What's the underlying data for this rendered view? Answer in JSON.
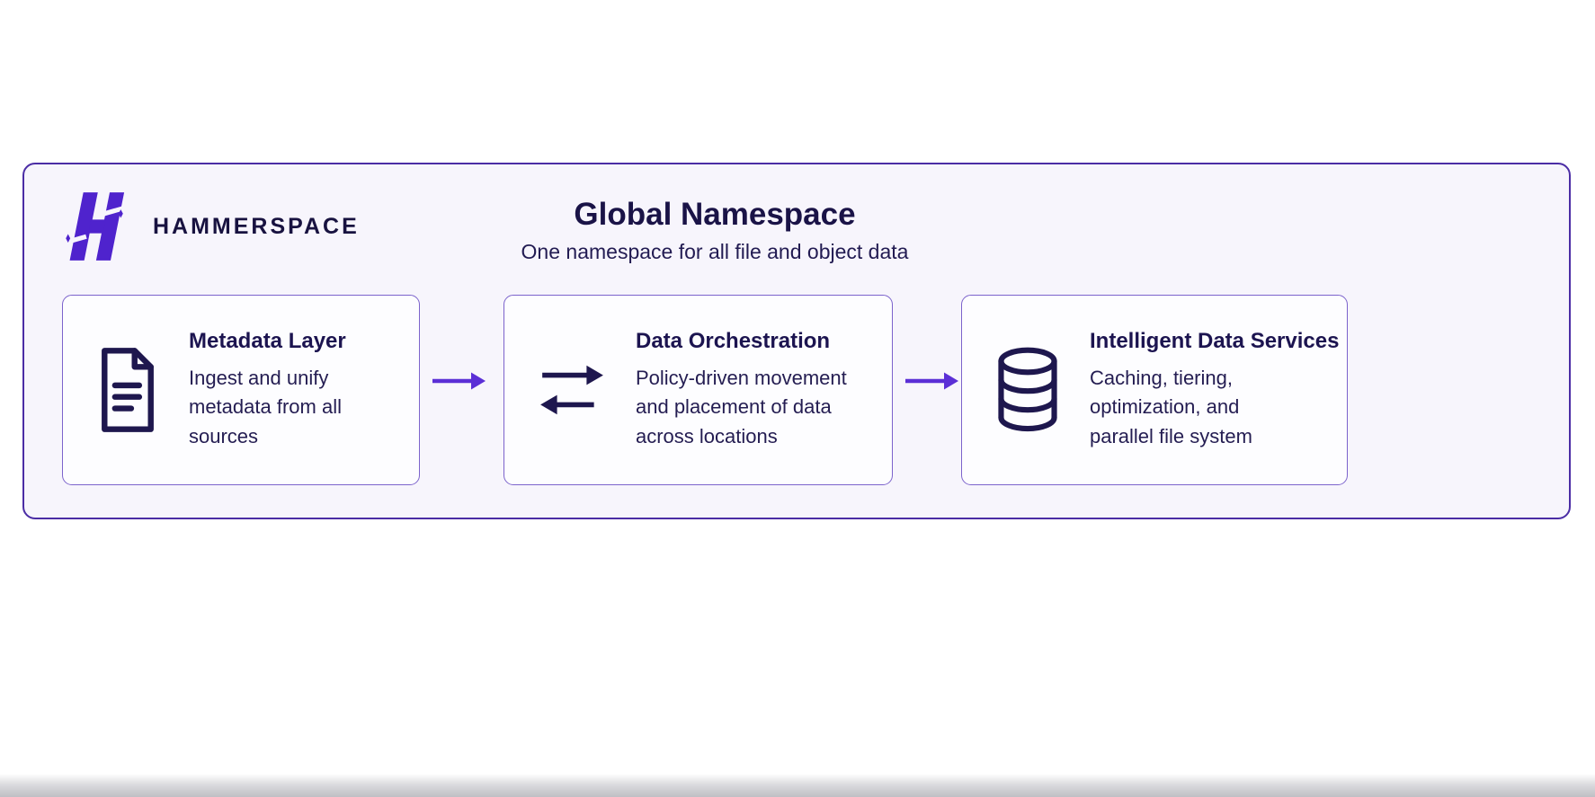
{
  "brand": {
    "name": "HAMMERSPACE"
  },
  "header": {
    "title": "Global Namespace",
    "subtitle": "One namespace for all file and object data"
  },
  "cards": [
    {
      "icon": "document-icon",
      "title": "Metadata Layer",
      "body": "Ingest and unify metadata from all sources"
    },
    {
      "icon": "sync-arrows-icon",
      "title": "Data Orchestration",
      "body": "Policy-driven movement and placement of data across locations"
    },
    {
      "icon": "database-icon",
      "title": "Intelligent Data Services",
      "body": "Caching, tiering, optimization, and parallel file system"
    }
  ],
  "connectors": [
    {
      "icon": "right-arrow-icon"
    },
    {
      "icon": "right-arrow-icon"
    }
  ],
  "colors": {
    "accent": "#4f23cd",
    "arrow": "#5b2fd6",
    "ink": "#1e174e",
    "panel-bg": "#f7f5fc",
    "panel-border": "#4b2da5",
    "card-bg": "#fdfdff",
    "card-border": "#7c63cc",
    "page-bg": "#ffffff"
  }
}
